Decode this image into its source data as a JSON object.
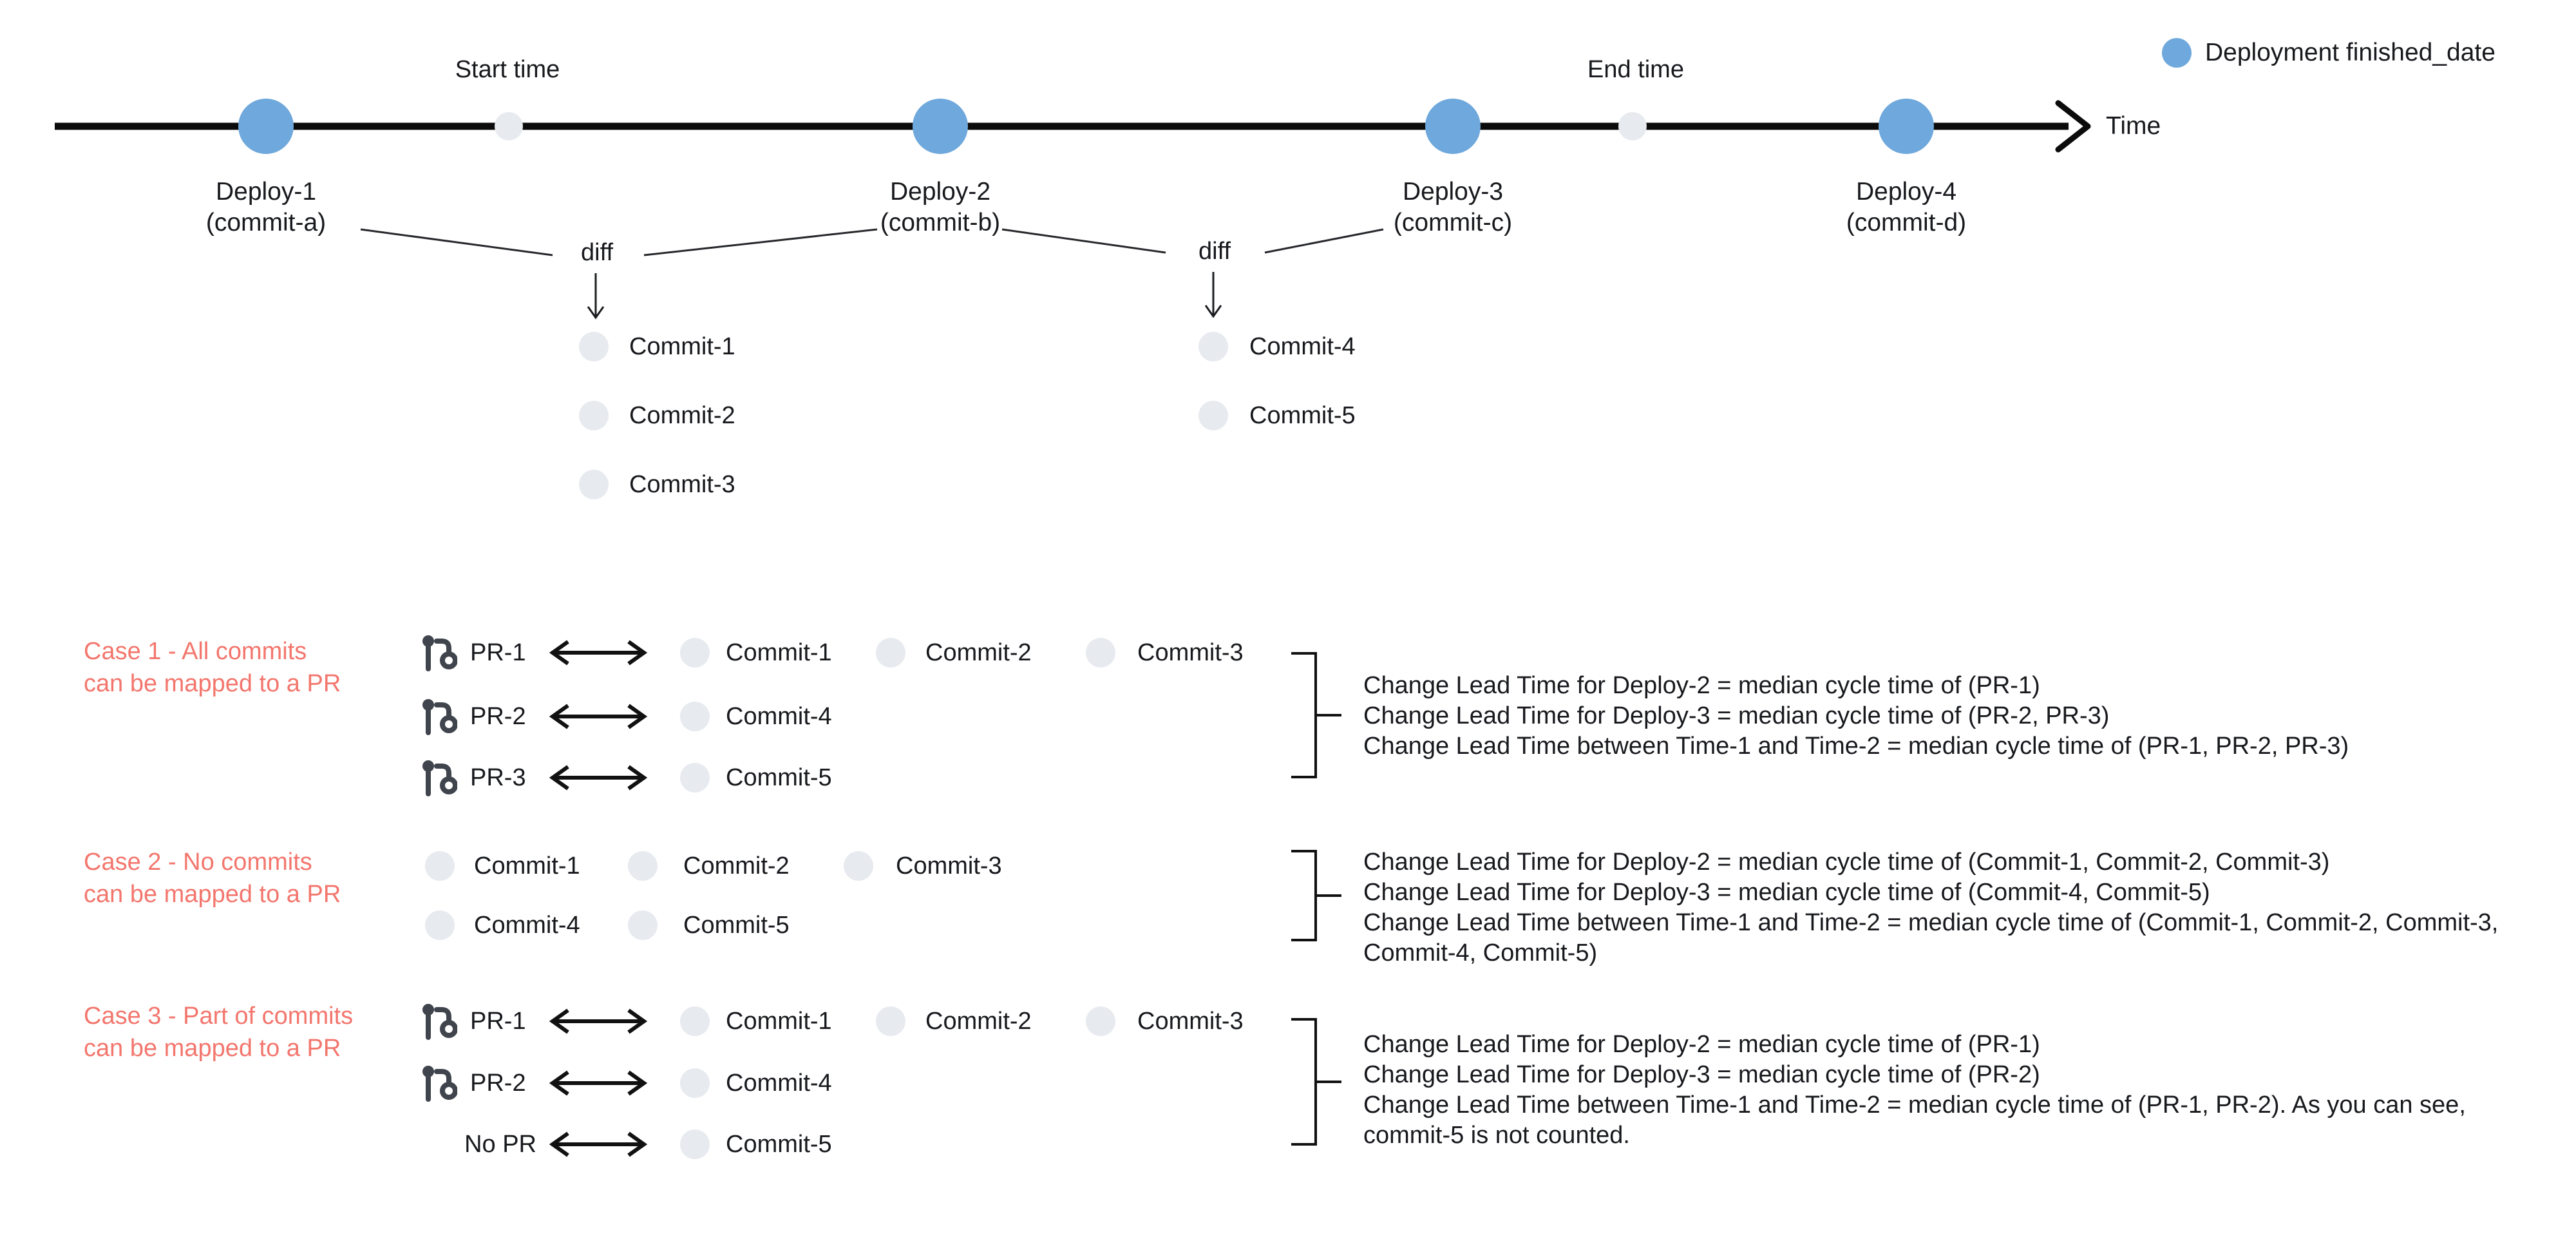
{
  "colors": {
    "deployment_blue": "#6fa8dc",
    "commit_gray": "#e7eaef",
    "case_label_red": "#f3766d",
    "pr_icon_dark": "#3f444d",
    "line_black": "#111111"
  },
  "timeline": {
    "start_time_label": "Start time",
    "end_time_label": "End time",
    "axis_label": "Time",
    "legend": {
      "marker": "deployment-dot",
      "label": "Deployment finished_date"
    },
    "deployments": [
      {
        "name": "Deploy-1",
        "commit": "(commit-a)"
      },
      {
        "name": "Deploy-2",
        "commit": "(commit-b)"
      },
      {
        "name": "Deploy-3",
        "commit": "(commit-c)"
      },
      {
        "name": "Deploy-4",
        "commit": "(commit-d)"
      }
    ],
    "diffs": [
      {
        "label": "diff",
        "commits": [
          "Commit-1",
          "Commit-2",
          "Commit-3"
        ]
      },
      {
        "label": "diff",
        "commits": [
          "Commit-4",
          "Commit-5"
        ]
      }
    ]
  },
  "cases": [
    {
      "title_lines": [
        "Case 1 - All commits",
        "can be mapped to a PR"
      ],
      "rows": [
        {
          "pr": "PR-1",
          "has_pr_icon": true,
          "commits": [
            "Commit-1",
            "Commit-2",
            "Commit-3"
          ]
        },
        {
          "pr": "PR-2",
          "has_pr_icon": true,
          "commits": [
            "Commit-4"
          ]
        },
        {
          "pr": "PR-3",
          "has_pr_icon": true,
          "commits": [
            "Commit-5"
          ]
        }
      ],
      "notes": [
        "Change Lead Time for Deploy-2 = median cycle time of (PR-1)",
        "Change Lead Time for Deploy-3 = median cycle time of (PR-2, PR-3)",
        "Change Lead Time between Time-1 and Time-2 = median cycle time of (PR-1, PR-2, PR-3)"
      ]
    },
    {
      "title_lines": [
        "Case 2 - No commits",
        "can be mapped to a PR"
      ],
      "rows": [
        {
          "commits": [
            "Commit-1",
            "Commit-2",
            "Commit-3"
          ]
        },
        {
          "commits": [
            "Commit-4",
            "Commit-5"
          ]
        }
      ],
      "notes": [
        "Change Lead Time for Deploy-2 = median cycle time of (Commit-1, Commit-2, Commit-3)",
        "Change Lead Time for Deploy-3 = median cycle time of (Commit-4, Commit-5)",
        "Change Lead Time between Time-1 and Time-2 = median cycle time of (Commit-1, Commit-2, Commit-3, Commit-4, Commit-5)"
      ]
    },
    {
      "title_lines": [
        "Case 3 - Part of commits",
        "can be mapped to a PR"
      ],
      "rows": [
        {
          "pr": "PR-1",
          "has_pr_icon": true,
          "commits": [
            "Commit-1",
            "Commit-2",
            "Commit-3"
          ]
        },
        {
          "pr": "PR-2",
          "has_pr_icon": true,
          "commits": [
            "Commit-4"
          ]
        },
        {
          "pr": "No PR",
          "has_pr_icon": false,
          "commits": [
            "Commit-5"
          ]
        }
      ],
      "notes": [
        "Change Lead Time for Deploy-2 = median cycle time of (PR-1)",
        "Change Lead Time for Deploy-3 = median cycle time of (PR-2)",
        "Change Lead Time between Time-1 and Time-2 = median cycle time of (PR-1, PR-2). As you can see, commit-5 is not counted."
      ]
    }
  ]
}
